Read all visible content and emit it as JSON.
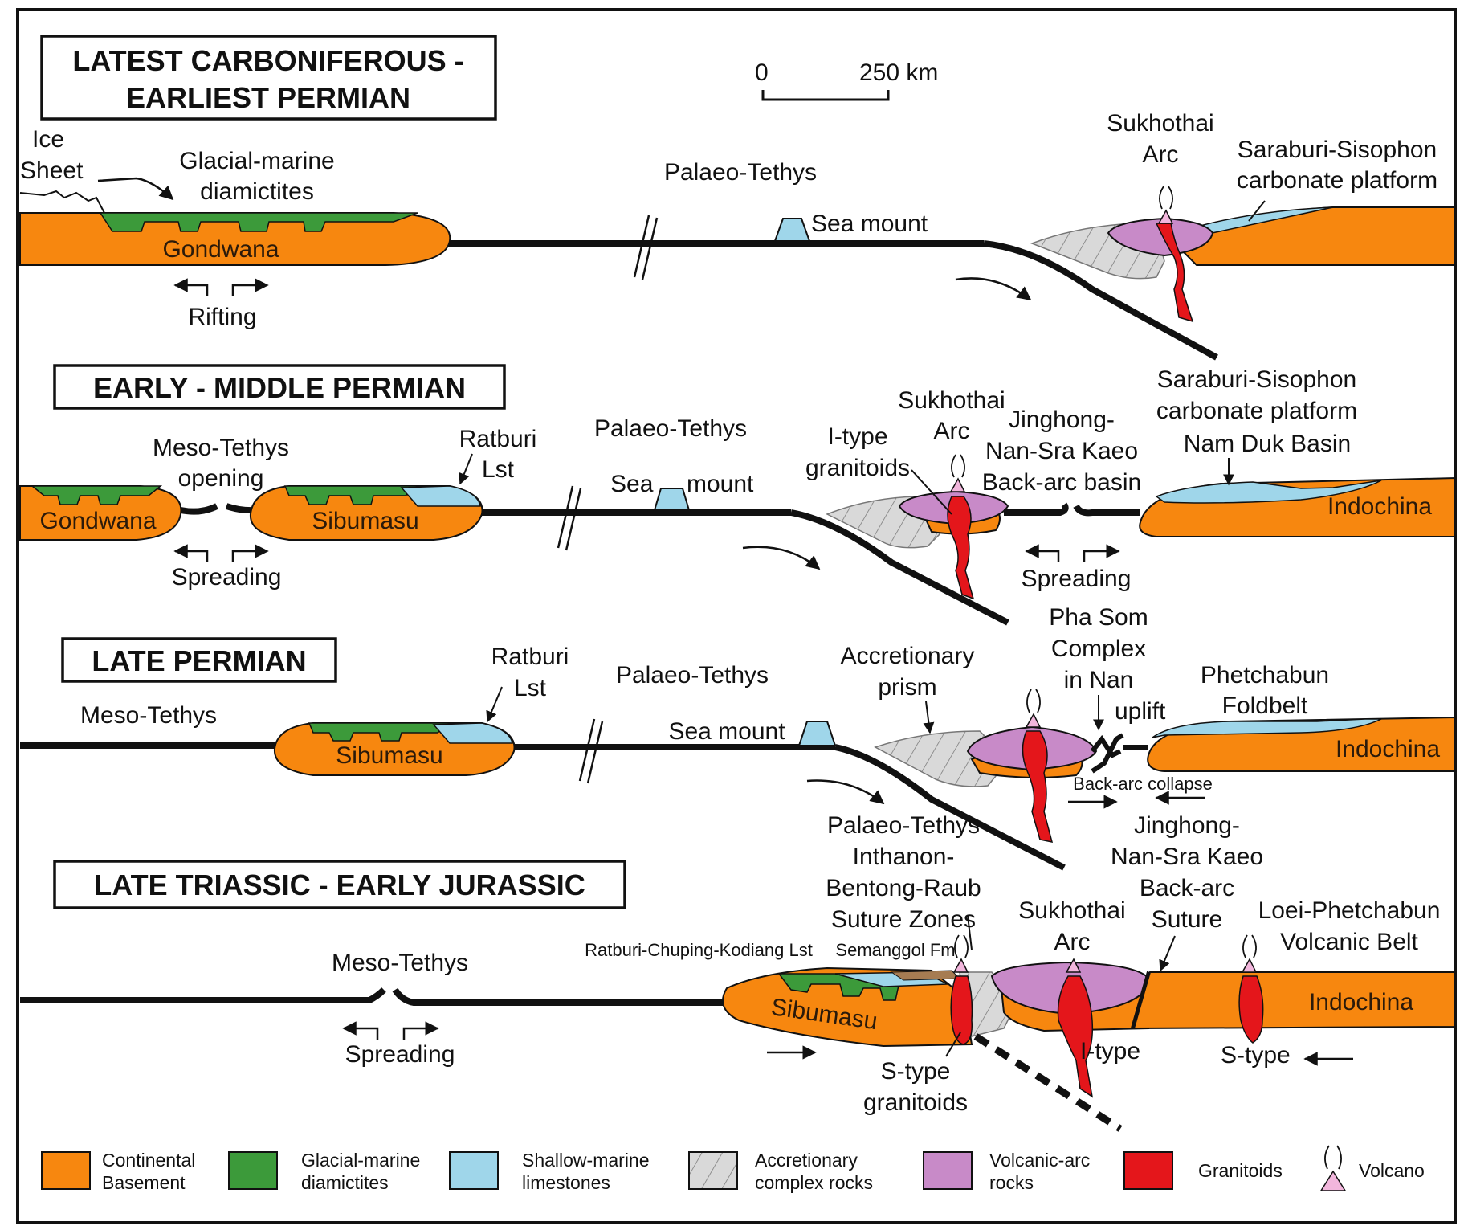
{
  "colors": {
    "continental_basement": "#f7870f",
    "glacial_diamictites": "#3c9a3a",
    "shallow_limestones": "#9fd6ea",
    "accretionary": "#d9d9d9",
    "volcanic_arc": "#c88ac8",
    "granitoids": "#e4161b",
    "volcano_cone": "#f2b6dc",
    "line": "#111111"
  },
  "scale": {
    "zero": "0",
    "distance": "250 km"
  },
  "panels": [
    {
      "title_lines": [
        "LATEST CARBONIFEROUS -",
        "EARLIEST PERMIAN"
      ],
      "labels": {
        "ice_sheet": [
          "Ice",
          "Sheet"
        ],
        "glacial": [
          "Glacial-marine",
          "diamictites"
        ],
        "palaeo_tethys": "Palaeo-Tethys",
        "sea_mount": "Sea mount",
        "sukhothai": [
          "Sukhothai",
          "Arc"
        ],
        "saraburi": [
          "Saraburi-Sisophon",
          "carbonate platform"
        ],
        "gondwana": "Gondwana",
        "rifting": "Rifting"
      }
    },
    {
      "title_lines": [
        "EARLY - MIDDLE PERMIAN"
      ],
      "labels": {
        "meso_tethys": [
          "Meso-Tethys",
          "opening"
        ],
        "ratburi": [
          "Ratburi",
          "Lst"
        ],
        "palaeo_tethys": "Palaeo-Tethys",
        "sea_mount_a": "Sea",
        "sea_mount_b": "mount",
        "itype": [
          "I-type",
          "granitoids"
        ],
        "sukhothai": [
          "Sukhothai",
          "Arc"
        ],
        "jinghong": [
          "Jinghong-",
          "Nan-Sra Kaeo",
          "Back-arc basin"
        ],
        "saraburi": [
          "Saraburi-Sisophon",
          "carbonate platform"
        ],
        "nam_duk": "Nam Duk Basin",
        "gondwana": "Gondwana",
        "sibumasu": "Sibumasu",
        "indochina": "Indochina",
        "spreading_left": "Spreading",
        "spreading_right": "Spreading"
      }
    },
    {
      "title_lines": [
        "LATE PERMIAN"
      ],
      "labels": {
        "meso_tethys": "Meso-Tethys",
        "ratburi": [
          "Ratburi",
          "Lst"
        ],
        "palaeo_tethys": "Palaeo-Tethys",
        "sea_mount": "Sea mount",
        "accretionary": [
          "Accretionary",
          "prism"
        ],
        "pha_som": [
          "Pha Som",
          "Complex",
          "in Nan"
        ],
        "uplift": "uplift",
        "phetchabun": [
          "Phetchabun",
          "Foldbelt"
        ],
        "sibumasu": "Sibumasu",
        "indochina": "Indochina",
        "backarc_collapse": "Back-arc collapse"
      }
    },
    {
      "title_lines": [
        "LATE TRIASSIC - EARLY JURASSIC"
      ],
      "labels": {
        "suture": [
          "Palaeo-Tethys",
          "Inthanon-",
          "Bentong-Raub",
          "Suture Zones"
        ],
        "jinghong_suture": [
          "Jinghong-",
          "Nan-Sra Kaeo",
          "Back-arc",
          "Suture"
        ],
        "meso_tethys": "Meso-Tethys",
        "ratburi_chuping": "Ratburi-Chuping-Kodiang Lst",
        "semanggol": "Semanggol Fm",
        "sukhothai": [
          "Sukhothai",
          "Arc"
        ],
        "loei": [
          "Loei-Phetchabun",
          "Volcanic Belt"
        ],
        "sibumasu": "Sibumasu",
        "indochina": "Indochina",
        "spreading": "Spreading",
        "stype_granitoids": [
          "S-type",
          "granitoids"
        ],
        "itype": "I-type",
        "stype": "S-type"
      }
    }
  ],
  "legend": [
    {
      "lines": [
        "Continental",
        "Basement"
      ],
      "color": "continental_basement"
    },
    {
      "lines": [
        "Glacial-marine",
        "diamictites"
      ],
      "color": "glacial_diamictites"
    },
    {
      "lines": [
        "Shallow-marine",
        "limestones"
      ],
      "color": "shallow_limestones"
    },
    {
      "lines": [
        "Accretionary",
        "complex rocks"
      ],
      "color": "accretionary"
    },
    {
      "lines": [
        "Volcanic-arc",
        "rocks"
      ],
      "color": "volcanic_arc"
    },
    {
      "lines": [
        "Granitoids"
      ],
      "color": "granitoids"
    },
    {
      "lines": [
        "Volcano"
      ],
      "icon": "volcano-icon"
    }
  ]
}
